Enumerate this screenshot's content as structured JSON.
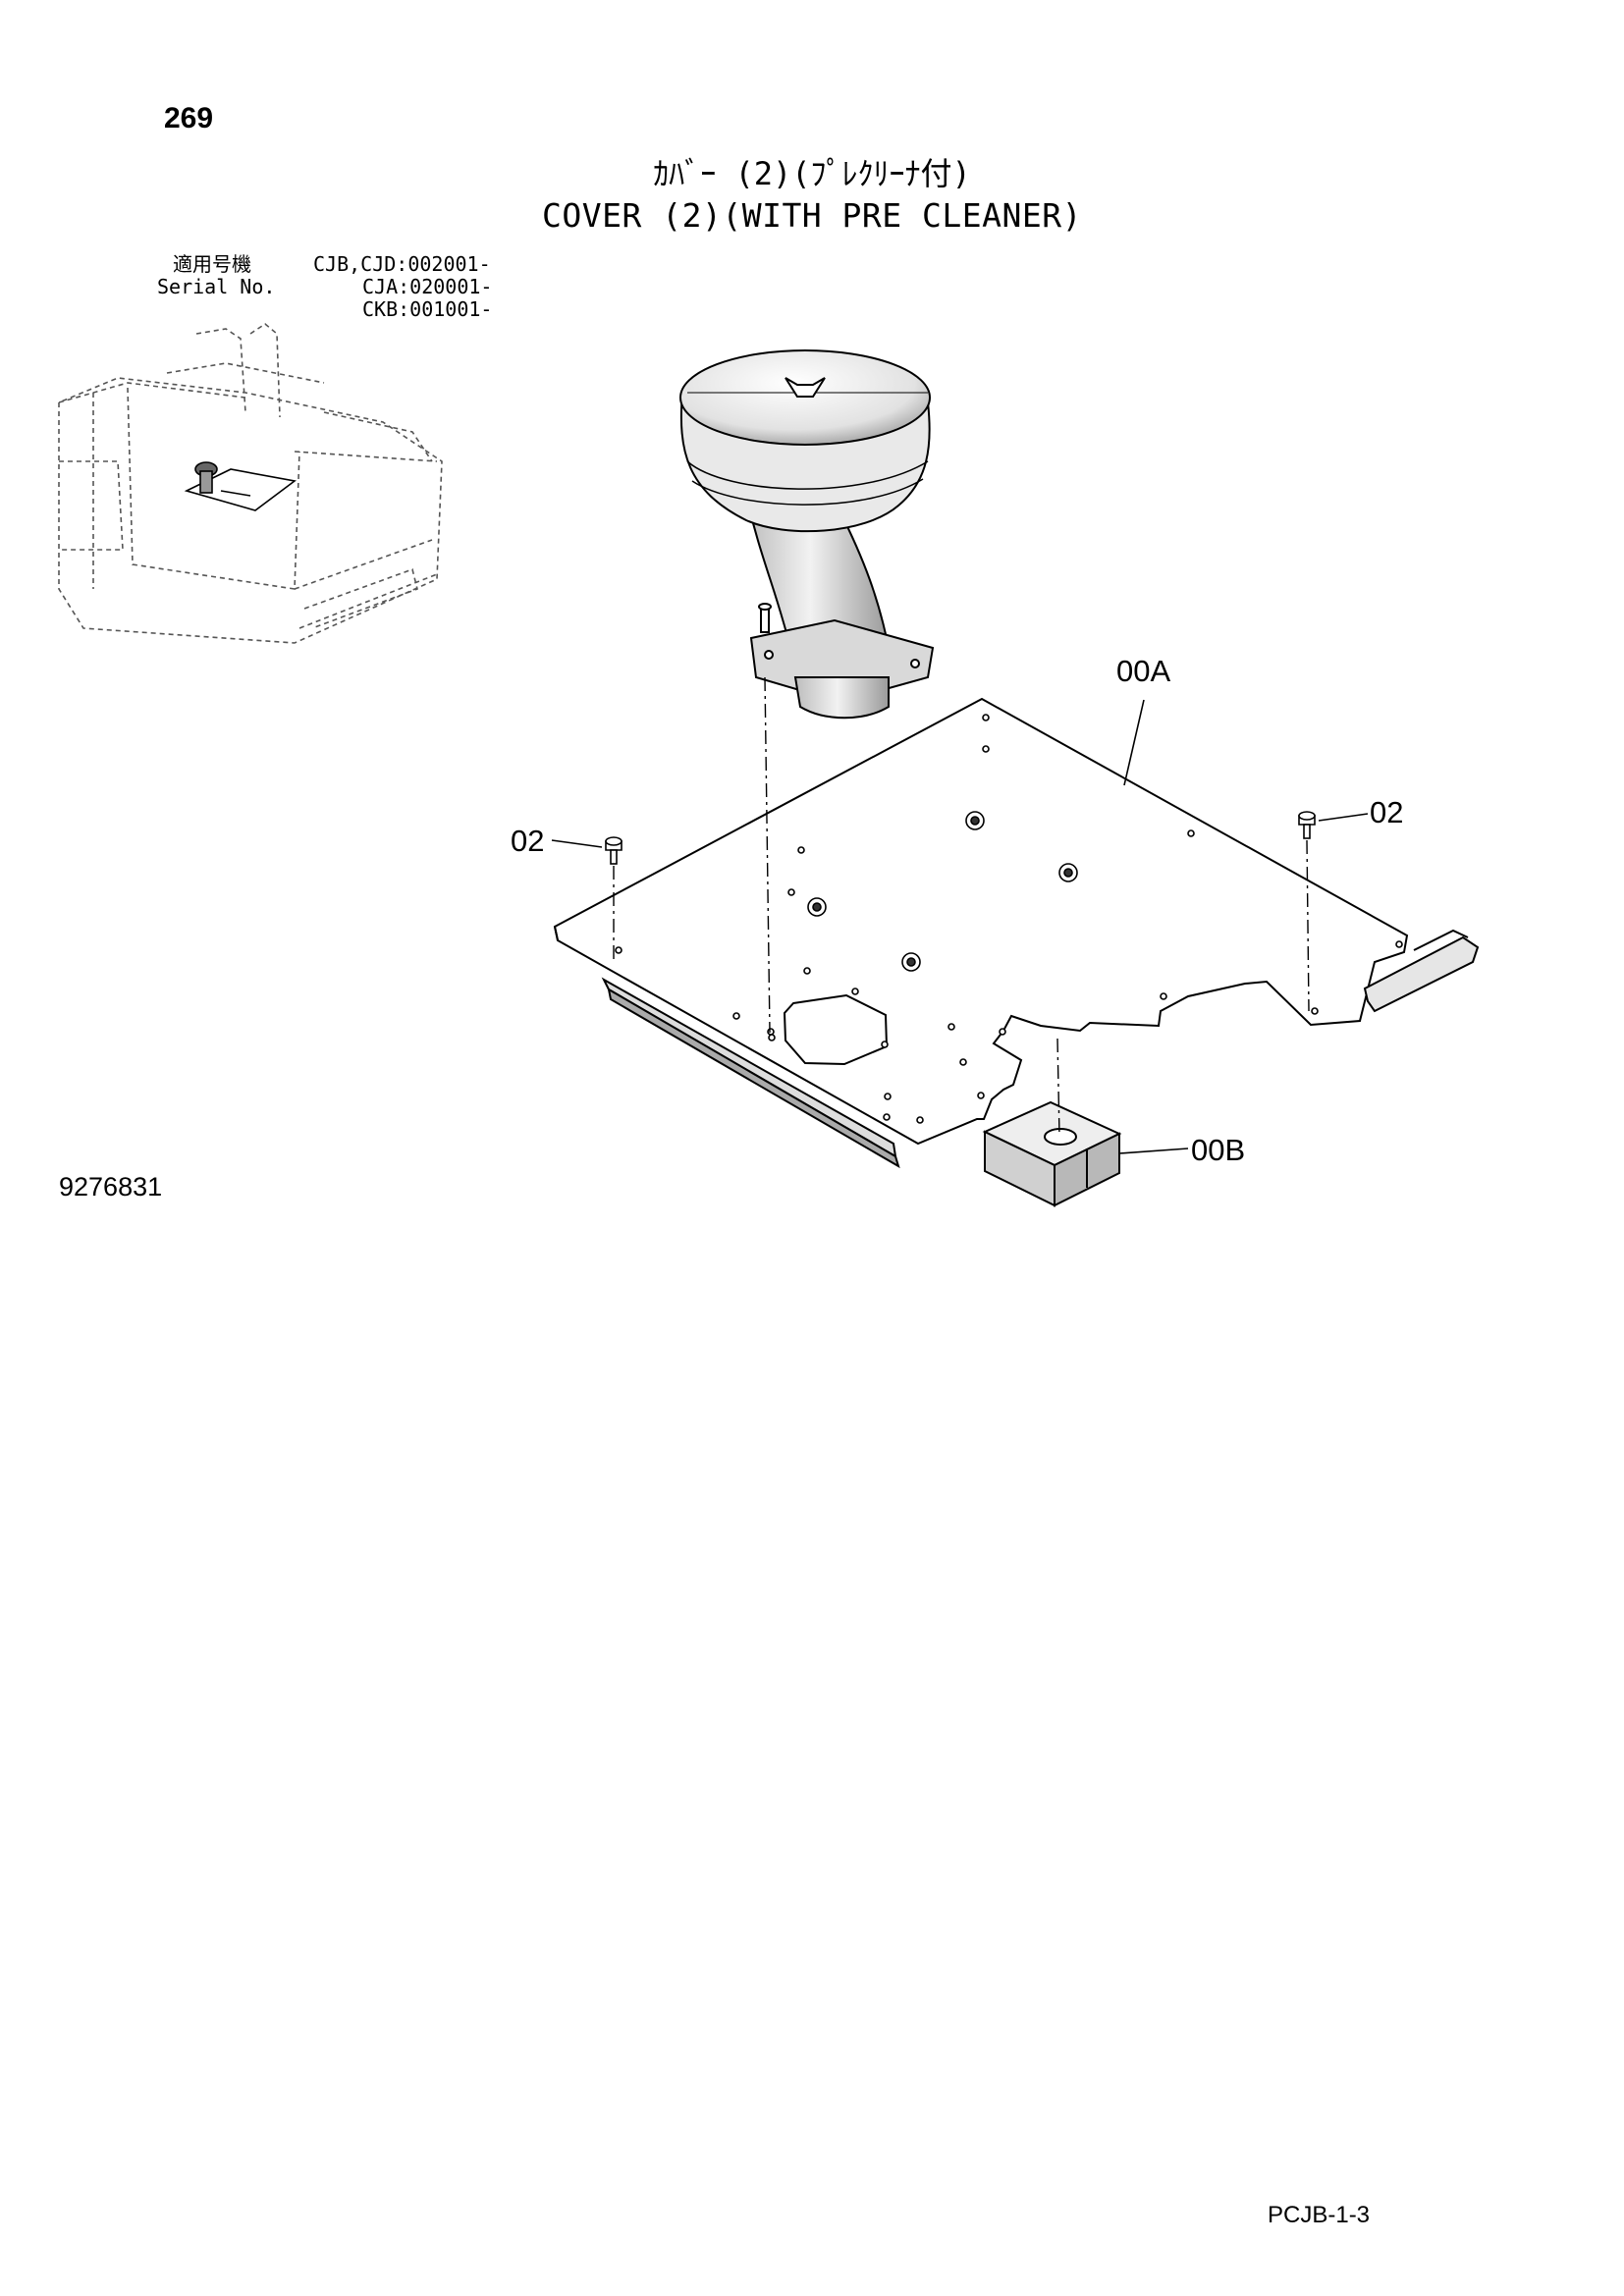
{
  "header": {
    "page_number": "269",
    "title_jp": "ｶﾊﾞｰ (2)(ﾌﾟﾚｸﾘｰﾅ付)",
    "title_en": "COVER (2)(WITH PRE CLEANER)"
  },
  "serial": {
    "label_jp": "適用号機",
    "label_en": "Serial No.",
    "lines": [
      "CJB,CJD:002001-",
      "CJA:020001-",
      "CKB:001001-"
    ]
  },
  "callouts": {
    "cover_a": "00A",
    "block_b": "00B",
    "bolt_left": "02",
    "bolt_right": "02"
  },
  "footer": {
    "drawing_number": "9276831",
    "sheet_code": "PCJB-1-3"
  }
}
